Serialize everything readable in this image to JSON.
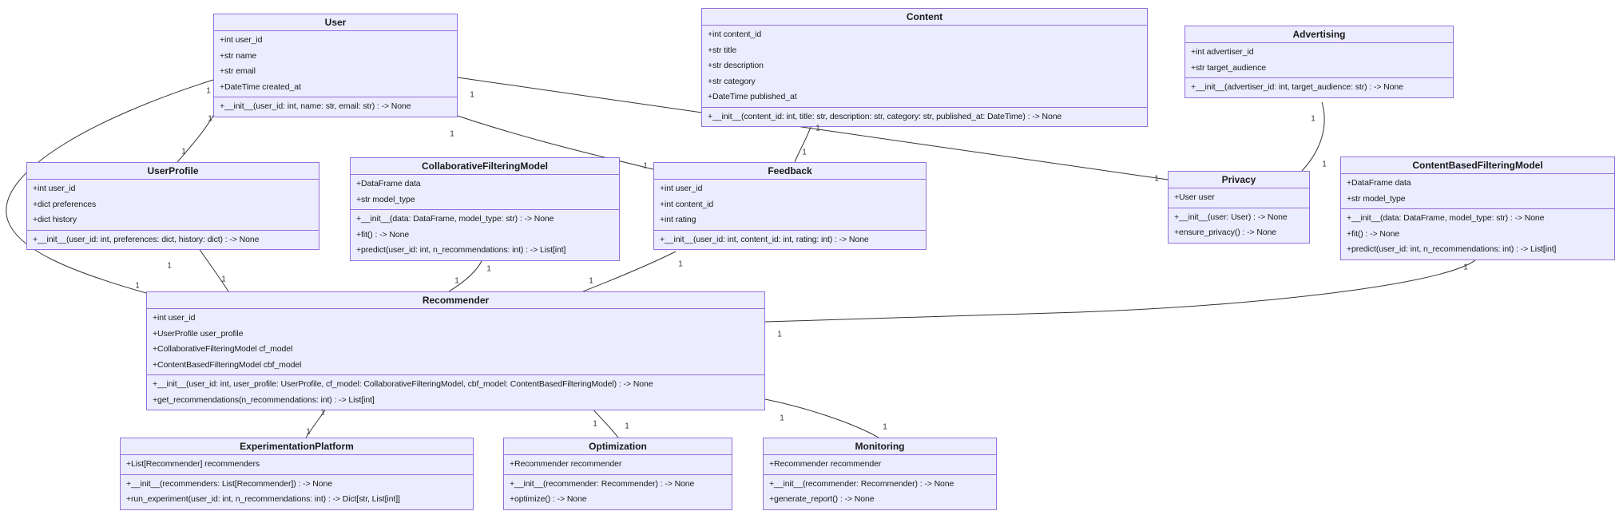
{
  "diagram_type": "uml-class-diagram",
  "colors": {
    "node_fill": "#ECECFF",
    "node_border": "#9370DB",
    "edge": "#333333",
    "background": "#FFFFFF"
  },
  "classes": {
    "user": {
      "name": "User",
      "attributes": [
        "+int user_id",
        "+str name",
        "+str email",
        "+DateTime created_at"
      ],
      "methods": [
        "+__init__(user_id: int, name: str, email: str) : -> None"
      ]
    },
    "content": {
      "name": "Content",
      "attributes": [
        "+int content_id",
        "+str title",
        "+str description",
        "+str category",
        "+DateTime published_at"
      ],
      "methods": [
        "+__init__(content_id: int, title: str, description: str, category: str, published_at: DateTime) : -> None"
      ]
    },
    "advertising": {
      "name": "Advertising",
      "attributes": [
        "+int advertiser_id",
        "+str target_audience"
      ],
      "methods": [
        "+__init__(advertiser_id: int, target_audience: str) : -> None"
      ]
    },
    "user_profile": {
      "name": "UserProfile",
      "attributes": [
        "+int user_id",
        "+dict preferences",
        "+dict history"
      ],
      "methods": [
        "+__init__(user_id: int, preferences: dict, history: dict) : -> None"
      ]
    },
    "collaborative_filtering_model": {
      "name": "CollaborativeFilteringModel",
      "attributes": [
        "+DataFrame data",
        "+str model_type"
      ],
      "methods": [
        "+__init__(data: DataFrame, model_type: str) : -> None",
        "+fit() : -> None",
        "+predict(user_id: int, n_recommendations: int) : -> List[int]"
      ]
    },
    "feedback": {
      "name": "Feedback",
      "attributes": [
        "+int user_id",
        "+int content_id",
        "+int rating"
      ],
      "methods": [
        "+__init__(user_id: int, content_id: int, rating: int) : -> None"
      ]
    },
    "privacy": {
      "name": "Privacy",
      "attributes": [
        "+User user"
      ],
      "methods": [
        "+__init__(user: User) : -> None",
        "+ensure_privacy() : -> None"
      ]
    },
    "content_based_filtering_model": {
      "name": "ContentBasedFilteringModel",
      "attributes": [
        "+DataFrame data",
        "+str model_type"
      ],
      "methods": [
        "+__init__(data: DataFrame, model_type: str) : -> None",
        "+fit() : -> None",
        "+predict(user_id: int, n_recommendations: int) : -> List[int]"
      ]
    },
    "recommender": {
      "name": "Recommender",
      "attributes": [
        "+int user_id",
        "+UserProfile user_profile",
        "+CollaborativeFilteringModel cf_model",
        "+ContentBasedFilteringModel cbf_model"
      ],
      "methods": [
        "+__init__(user_id: int, user_profile: UserProfile, cf_model: CollaborativeFilteringModel, cbf_model: ContentBasedFilteringModel) : -> None",
        "+get_recommendations(n_recommendations: int) : -> List[int]"
      ]
    },
    "experimentation_platform": {
      "name": "ExperimentationPlatform",
      "attributes": [
        "+List[Recommender] recommenders"
      ],
      "methods": [
        "+__init__(recommenders: List[Recommender]) : -> None",
        "+run_experiment(user_id: int, n_recommendations: int) : -> Dict[str, List[int]]"
      ]
    },
    "optimization": {
      "name": "Optimization",
      "attributes": [
        "+Recommender recommender"
      ],
      "methods": [
        "+__init__(recommender: Recommender) : -> None",
        "+optimize() : -> None"
      ]
    },
    "monitoring": {
      "name": "Monitoring",
      "attributes": [
        "+Recommender recommender"
      ],
      "methods": [
        "+__init__(recommender: Recommender) : -> None",
        "+generate_report() : -> None"
      ]
    }
  },
  "relationships": [
    {
      "from": "User",
      "to": "UserProfile",
      "from_card": "1",
      "to_card": "1"
    },
    {
      "from": "User",
      "to": "Feedback",
      "from_card": "1",
      "to_card": "1"
    },
    {
      "from": "User",
      "to": "Privacy",
      "from_card": "1",
      "to_card": "1"
    },
    {
      "from": "User",
      "to": "Recommender",
      "from_card": "1",
      "to_card": "1"
    },
    {
      "from": "UserProfile",
      "to": "Recommender",
      "from_card": "1",
      "to_card": "1"
    },
    {
      "from": "Content",
      "to": "Feedback",
      "from_card": "1",
      "to_card": "1"
    },
    {
      "from": "Advertising",
      "to": "Privacy",
      "from_card": "1",
      "to_card": "1"
    },
    {
      "from": "CollaborativeFilteringModel",
      "to": "Recommender",
      "from_card": "1",
      "to_card": "1"
    },
    {
      "from": "Feedback",
      "to": "Recommender",
      "from_card": "1",
      "to_card": "1"
    },
    {
      "from": "ContentBasedFilteringModel",
      "to": "Recommender",
      "from_card": "1",
      "to_card": "1"
    },
    {
      "from": "Recommender",
      "to": "ExperimentationPlatform",
      "from_card": "1",
      "to_card": "1"
    },
    {
      "from": "Recommender",
      "to": "Optimization",
      "from_card": "1",
      "to_card": "1"
    },
    {
      "from": "Recommender",
      "to": "Monitoring",
      "from_card": "1",
      "to_card": "1"
    }
  ]
}
